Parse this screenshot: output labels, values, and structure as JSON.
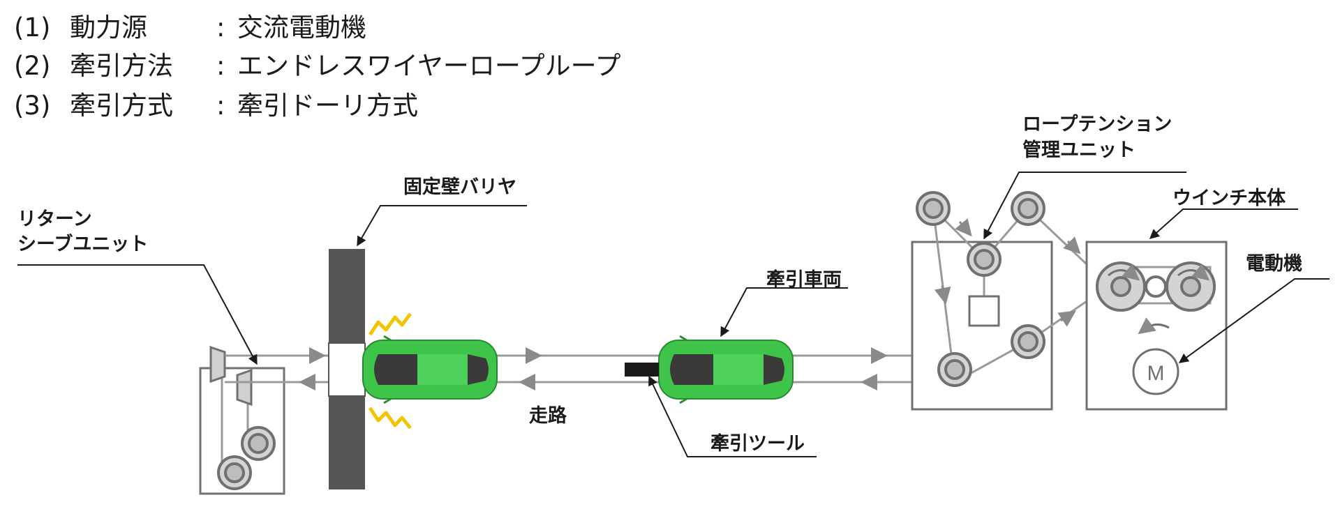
{
  "spec": {
    "items": [
      {
        "num": "(1)",
        "key": "動力源",
        "sep": ":",
        "value": "交流電動機"
      },
      {
        "num": "(2)",
        "key": "牽引方法",
        "sep": ":",
        "value": "エンドレスワイヤーロープループ"
      },
      {
        "num": "(3)",
        "key": "牽引方式",
        "sep": ":",
        "value": "牽引ドーリ方式"
      }
    ]
  },
  "labels": {
    "return_sheave_line1": "リターン",
    "return_sheave_line2": "シーブユニット",
    "fixed_barrier": "固定壁バリヤ",
    "tow_vehicle": "牽引車両",
    "track": "走路",
    "tow_tool": "牽引ツール",
    "tension_line1": "ロープテンション",
    "tension_line2": "管理ユニット",
    "winch_body": "ウインチ本体",
    "motor": "電動機",
    "motor_symbol": "M"
  },
  "colors": {
    "rope": "#9a9a9a",
    "frame": "#707070",
    "car_green": "#3fc44a",
    "car_dark": "#3a3a3a",
    "barrier": "#555555",
    "impact": "#f5c400",
    "leader": "#1a1a1a"
  }
}
